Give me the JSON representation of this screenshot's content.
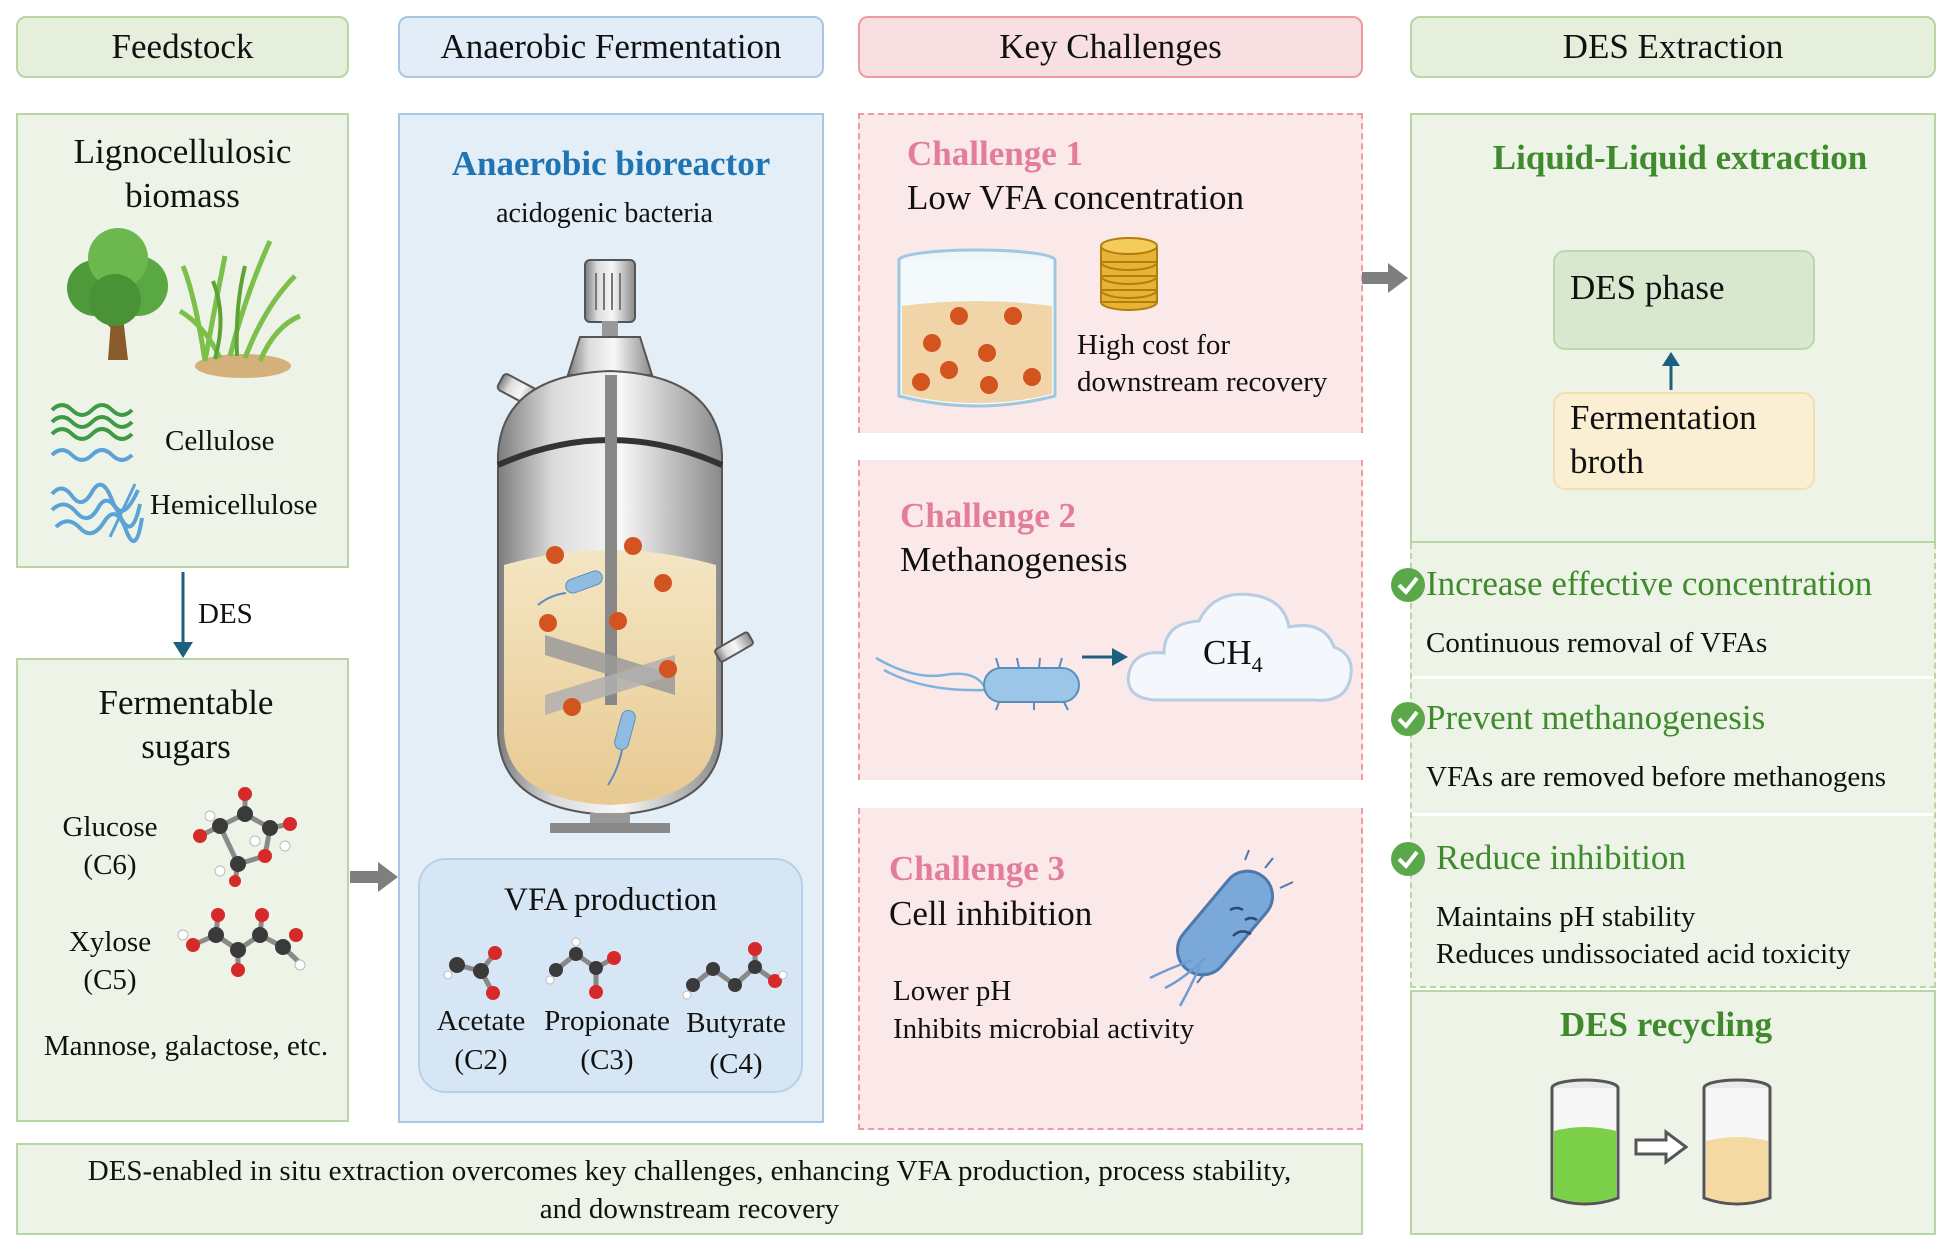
{
  "headers": {
    "feedstock": "Feedstock",
    "fermentation": "Anaerobic Fermentation",
    "challenges": "Key Challenges",
    "extraction": "DES Extraction"
  },
  "feedstock": {
    "biomass_line1": "Lignocellulosic",
    "biomass_line2": "biomass",
    "cellulose": "Cellulose",
    "hemicellulose": "Hemicellulose",
    "des_arrow_label": "DES",
    "sugars_line1": "Fermentable",
    "sugars_line2": "sugars",
    "glucose": "Glucose",
    "glucose_c": "(C6)",
    "xylose": "Xylose",
    "xylose_c": "(C5)",
    "other_sugars": "Mannose, galactose, etc."
  },
  "fermentation": {
    "title": "Anaerobic bioreactor",
    "subtitle": "acidogenic bacteria",
    "vfa_title": "VFA production",
    "acids": [
      {
        "name": "Acetate",
        "carbon": "(C2)"
      },
      {
        "name": "Propionate",
        "carbon": "(C3)"
      },
      {
        "name": "Butyrate",
        "carbon": "(C4)"
      }
    ]
  },
  "challenges": [
    {
      "label": "Challenge 1",
      "title": "Low VFA concentration",
      "note_line1": "High cost for",
      "note_line2": "downstream recovery"
    },
    {
      "label": "Challenge 2",
      "title": "Methanogenesis",
      "gas": "CH",
      "gas_sub": "4"
    },
    {
      "label": "Challenge 3",
      "title": "Cell inhibition",
      "note_line1": "Lower pH",
      "note_line2": "Inhibits microbial activity"
    }
  ],
  "extraction": {
    "title": "Liquid-Liquid extraction",
    "des_phase": "DES phase",
    "broth_line1": "Fermentation",
    "broth_line2": "broth",
    "benefits": [
      {
        "title": "Increase effective concentration",
        "desc1": "Continuous removal of VFAs"
      },
      {
        "title": "Prevent methanogenesis",
        "desc1": "VFAs are removed before methanogens"
      },
      {
        "title": "Reduce inhibition",
        "desc1": "Maintains pH stability",
        "desc2": "Reduces undissociated acid toxicity"
      }
    ],
    "recycling": "DES recycling"
  },
  "footer": {
    "line1": "DES-enabled in situ extraction overcomes key challenges, enhancing VFA production, process stability,",
    "line2": "and downstream recovery"
  },
  "colors": {
    "green_bg": "#edf4e7",
    "green_border": "#b9d5a4",
    "blue_bg": "#e4eef7",
    "blue_border": "#a9c6e2",
    "pink_bg": "#fbe9ea",
    "pink_border": "#ee9ba3",
    "challenge_label": "#e27d9a",
    "bioreactor_title": "#1f74b4",
    "extraction_green": "#3f8a2c",
    "arrow_gray": "#7f7f7f",
    "arrow_teal": "#1d5f7e"
  }
}
